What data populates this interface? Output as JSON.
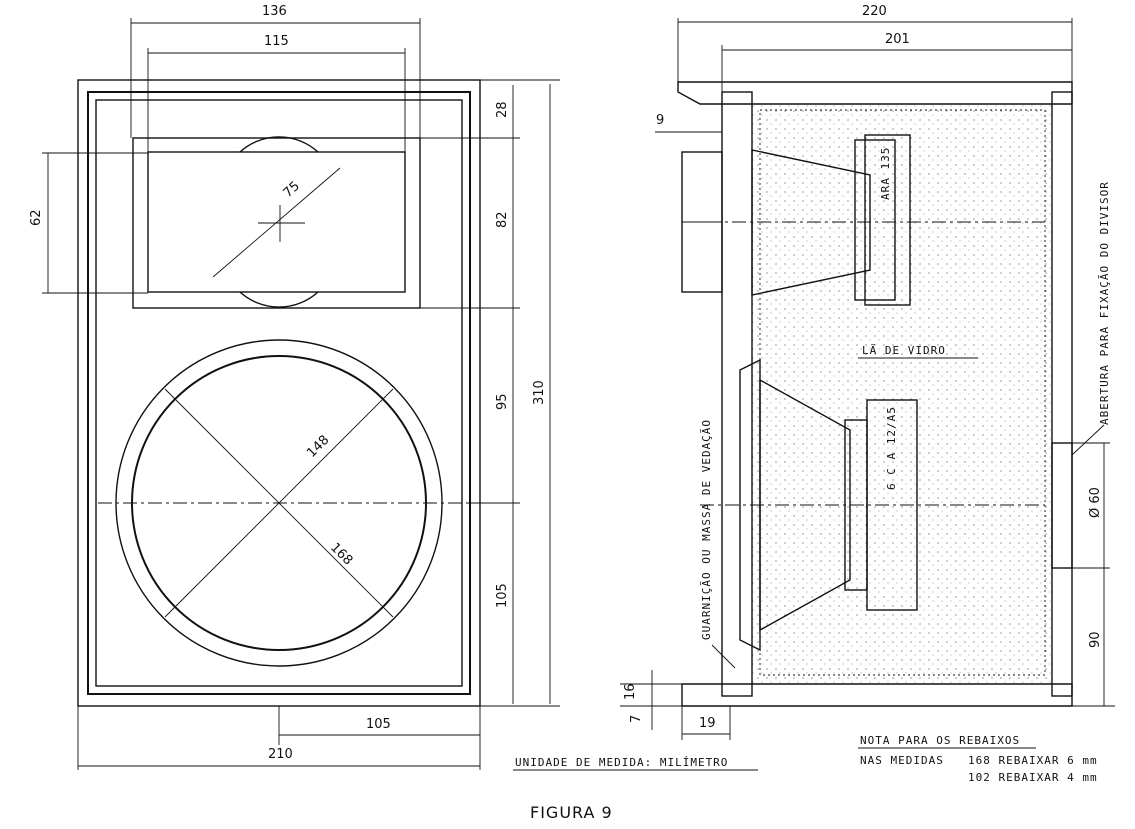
{
  "front_view": {
    "dims": {
      "overall_width_top": "136",
      "overall_width_inner": "115",
      "top_gap": "28",
      "tweeter_height": "82",
      "tweeter_offset": "62",
      "mid_upper": "95",
      "mid_lower": "105",
      "total_height": "310",
      "bottom_offset": "105",
      "total_width": "210",
      "tweeter_diameter": "75",
      "woofer_inner_diameter": "148",
      "woofer_outer_diameter": "168"
    }
  },
  "side_view": {
    "dims": {
      "total_depth": "220",
      "inner_depth": "201",
      "front_thickness": "9",
      "bottom_thickness_a": "16",
      "bottom_thickness_b": "7",
      "front_panel": "19",
      "port_diameter": "Ø 60",
      "port_height": "90"
    },
    "labels": {
      "tweeter_model": "ARA 135",
      "woofer_model": "6 C A 12/A5",
      "fill_material": "LÃ DE VIDRO",
      "gasket_note": "GUARNIÇÃO OU MASSA DE VEDAÇÃO",
      "opening_note": "ABERTURA PARA FIXAÇÃO DO DIVISOR"
    }
  },
  "footer": {
    "units": "UNIDADE DE MEDIDA: MILÍMETRO",
    "note_title": "NOTA PARA OS REBAIXOS",
    "note_prefix": "NAS MEDIDAS",
    "note_line1": "168 REBAIXAR 6 mm",
    "note_line2": "102 REBAIXAR 4 mm",
    "figure_caption": "FIGURA 9"
  }
}
